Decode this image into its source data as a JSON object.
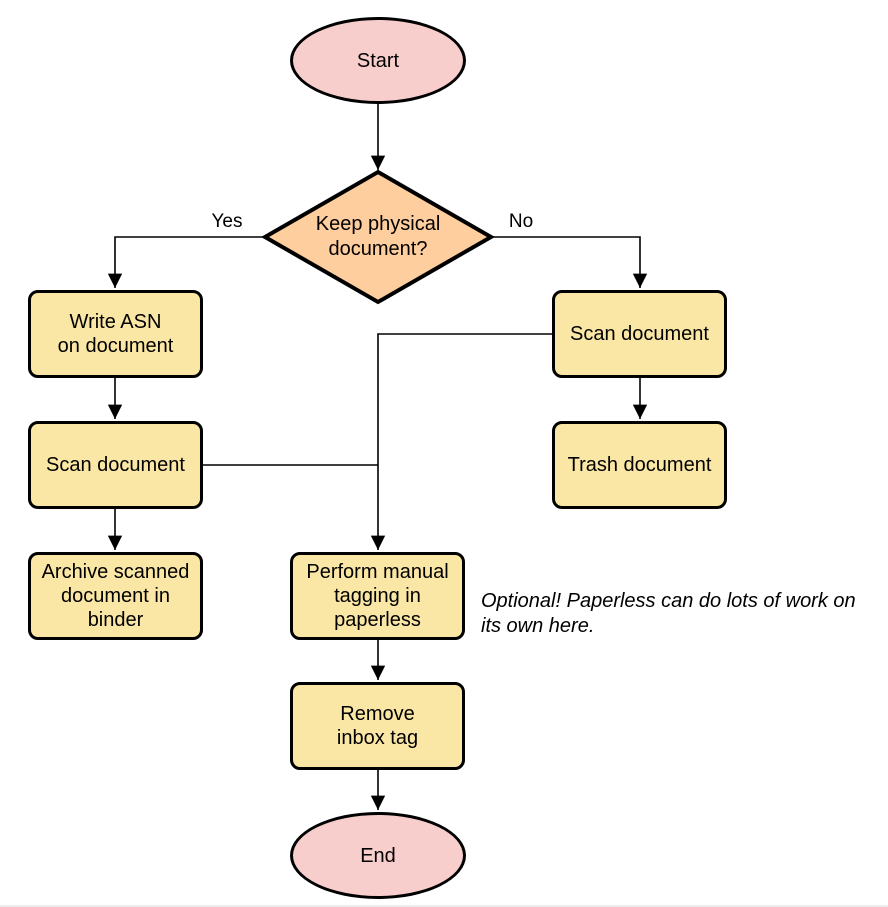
{
  "colors": {
    "terminal_fill": "#f8cecc",
    "decision_fill": "#ffce9f",
    "process_fill": "#fbe7a5",
    "stroke": "#000000"
  },
  "nodes": {
    "start": {
      "label": "Start"
    },
    "decision": {
      "label": "Keep physical\ndocument?"
    },
    "write_asn": {
      "label": "Write ASN\non document"
    },
    "scan_left": {
      "label": "Scan document"
    },
    "archive": {
      "label": "Archive scanned\ndocument in\nbinder"
    },
    "scan_right": {
      "label": "Scan document"
    },
    "trash": {
      "label": "Trash document"
    },
    "perform_tagging": {
      "label": "Perform manual\ntagging in\npaperless"
    },
    "remove_inbox": {
      "label": "Remove\ninbox tag"
    },
    "end": {
      "label": "End"
    }
  },
  "edge_labels": {
    "yes": "Yes",
    "no": "No"
  },
  "annotation": {
    "text": "Optional! Paperless can do lots of work on\nits own here."
  }
}
